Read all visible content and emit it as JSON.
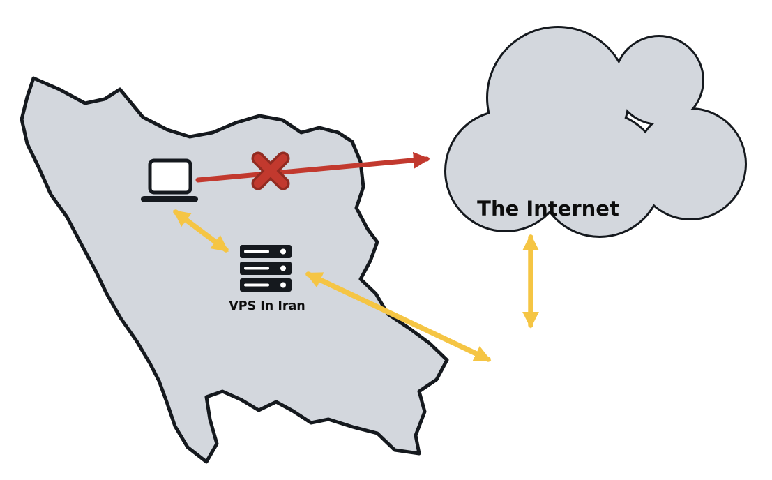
{
  "diagram": {
    "cloud_label": "The Internet",
    "vps_label": "VPS In Iran"
  },
  "icons": {
    "map": "iran-map",
    "cloud": "internet-cloud-icon",
    "laptop": "laptop-icon",
    "server": "server-icon",
    "blocked": "blocked-x-icon",
    "bidirectional_arrow": "double-headed-arrow"
  },
  "colors": {
    "background": "#ffffff",
    "map_fill": "#d3d7dd",
    "outline": "#15191e",
    "blocked_red": "#c2392e",
    "allowed_yellow": "#f5c544",
    "label_text": "#0d0d0d"
  }
}
